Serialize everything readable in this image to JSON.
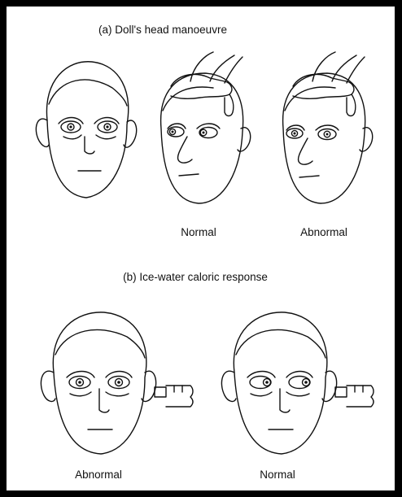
{
  "section_a": {
    "title": "(a) Doll's head manoeuvre",
    "label_normal": "Normal",
    "label_abnormal": "Abnormal"
  },
  "section_b": {
    "title": "(b) Ice-water caloric response",
    "label_abnormal": "Abnormal",
    "label_normal": "Normal"
  },
  "colors": {
    "background": "#000000",
    "panel": "#ffffff",
    "ink": "#111111"
  }
}
